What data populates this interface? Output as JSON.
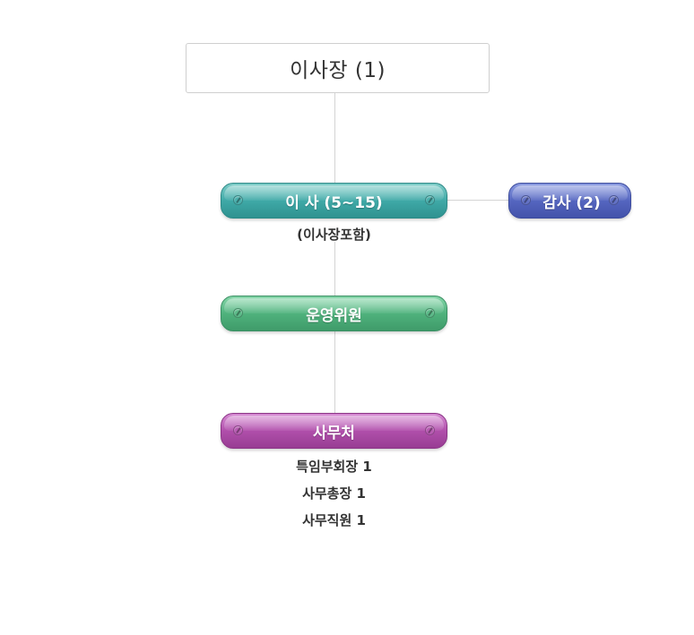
{
  "chairman": {
    "label": "이사장 (1)"
  },
  "board": {
    "label": "이 사 (5~15)",
    "note": "(이사장포함)"
  },
  "audit": {
    "label": "감사 (2)"
  },
  "committee": {
    "label": "운영위원"
  },
  "secretariat": {
    "label": "사무처",
    "staff": [
      "특임부회장 1",
      "사무총장 1",
      "사무직원 1"
    ]
  },
  "colors": {
    "board": "#3fa9a7",
    "audit": "#5566c0",
    "committee": "#4fb27d",
    "secretariat": "#b04fab",
    "connector": "#d4d4d4"
  }
}
